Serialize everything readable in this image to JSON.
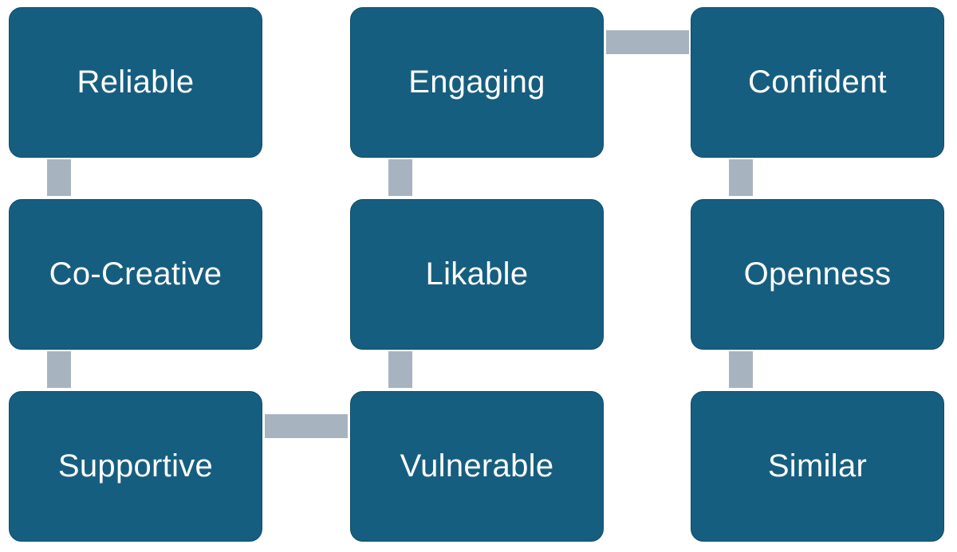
{
  "colors": {
    "node_fill": "#165e80",
    "connector_fill": "#a7b4c0",
    "label": "#ffffff"
  },
  "nodes": [
    {
      "id": "reliable",
      "label": "Reliable"
    },
    {
      "id": "co-creative",
      "label": "Co-Creative"
    },
    {
      "id": "supportive",
      "label": "Supportive"
    },
    {
      "id": "vulnerable",
      "label": "Vulnerable"
    },
    {
      "id": "likable",
      "label": "Likable"
    },
    {
      "id": "engaging",
      "label": "Engaging"
    },
    {
      "id": "confident",
      "label": "Confident"
    },
    {
      "id": "openness",
      "label": "Openness"
    },
    {
      "id": "similar",
      "label": "Similar"
    }
  ],
  "edges": [
    {
      "from": "reliable",
      "to": "co-creative"
    },
    {
      "from": "co-creative",
      "to": "supportive"
    },
    {
      "from": "supportive",
      "to": "vulnerable"
    },
    {
      "from": "vulnerable",
      "to": "likable"
    },
    {
      "from": "likable",
      "to": "engaging"
    },
    {
      "from": "engaging",
      "to": "confident"
    },
    {
      "from": "confident",
      "to": "openness"
    },
    {
      "from": "openness",
      "to": "similar"
    }
  ]
}
